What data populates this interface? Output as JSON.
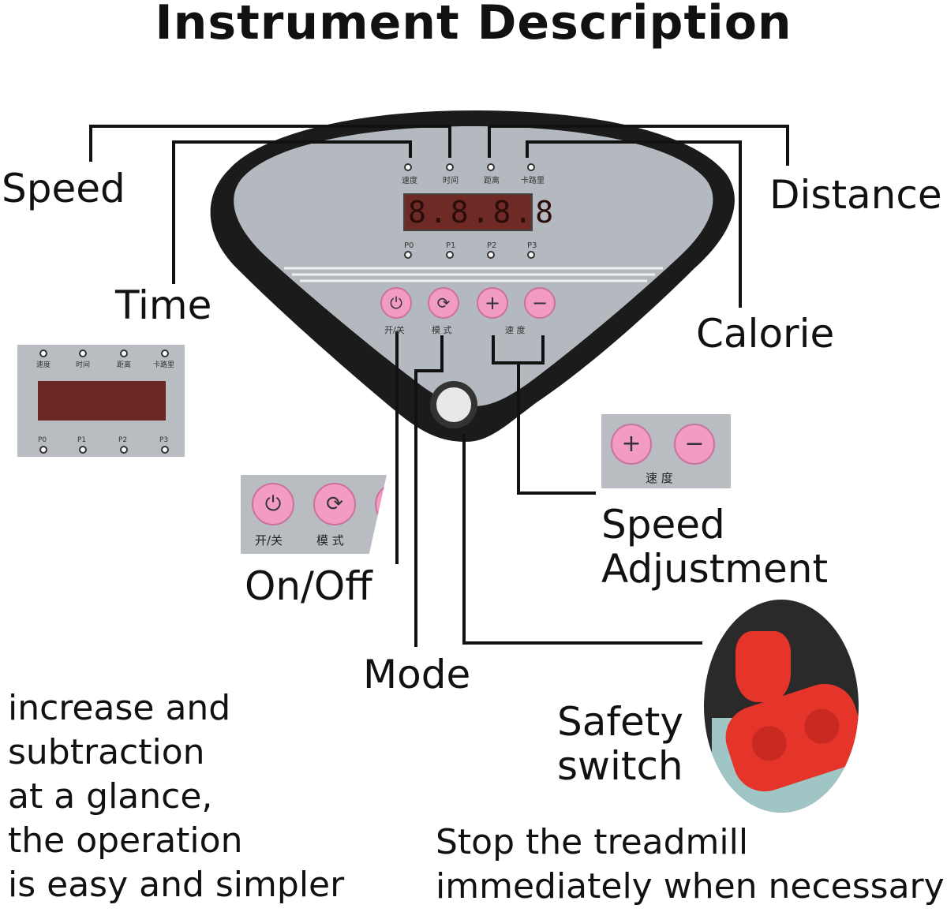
{
  "title": "Instrument Description",
  "labels": {
    "speed": "Speed",
    "time": "Time",
    "distance": "Distance",
    "calorie": "Calorie",
    "on_off": "On/Off",
    "mode": "Mode",
    "speed_adjustment_line1": "Speed",
    "speed_adjustment_line2": "Adjustment",
    "safety_line1": "Safety",
    "safety_line2": "switch"
  },
  "panel": {
    "top_leds": [
      "速度",
      "时间",
      "距离",
      "卡路里"
    ],
    "bottom_leds": [
      "P0",
      "P1",
      "P2",
      "P3"
    ],
    "display": "8.8.8.8",
    "button_caption_power": "开/关",
    "button_caption_mode": "模 式",
    "button_caption_speed": "速 度",
    "plus_symbol": "+",
    "minus_symbol": "−"
  },
  "insets": {
    "speed_caption": "速 度",
    "onoff_caption": "开/关",
    "mode_caption": "模 式"
  },
  "left_description": [
    "increase and",
    "subtraction",
    "at a glance,",
    "the operation",
    "is easy and simpler"
  ],
  "bottom_description": [
    "Stop the treadmill",
    "immediately when necessary"
  ],
  "colors": {
    "console_frame": "#1a1a1a",
    "console_face": "#b4b9bf",
    "button_pink": "#f29cc4",
    "display_red": "#7a2a22",
    "safety_key_red": "#e5342a"
  }
}
